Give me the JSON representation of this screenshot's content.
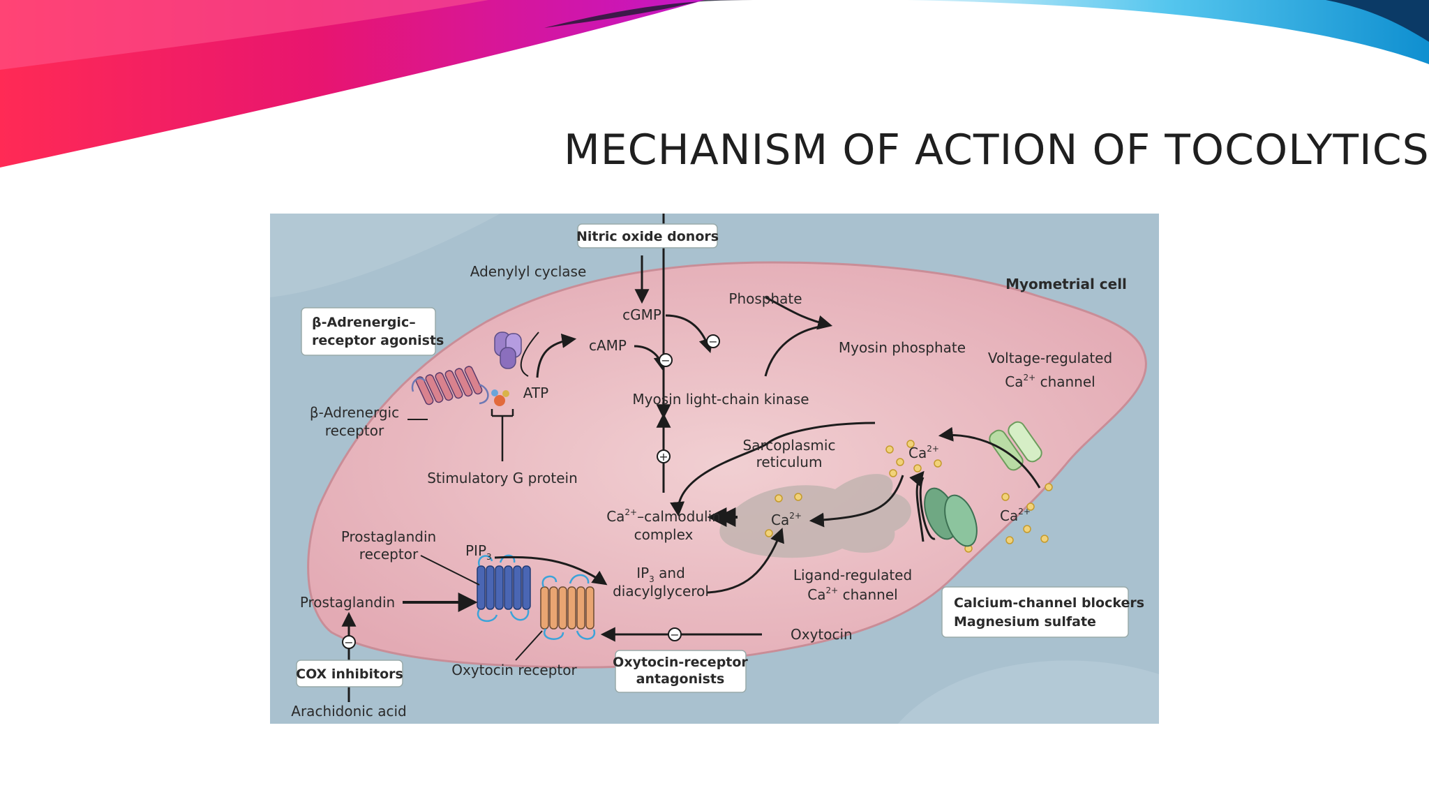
{
  "slide": {
    "title": "MECHANISM OF ACTION OF TOCOLYTICS",
    "colors": {
      "swoosh_left": "#e8156f",
      "swoosh_mid": "#c417c7",
      "swoosh_right": "#11a8e0",
      "swoosh_dark": "#0b3a66"
    }
  },
  "diagram": {
    "cell_label": "Myometrial cell",
    "boxes": {
      "nitric_oxide": "Nitric oxide donors",
      "beta_agonists_1": "β-Adrenergic–",
      "beta_agonists_2": "receptor agonists",
      "cox_inhibitors": "COX inhibitors",
      "oxytocin_antagonists_1": "Oxytocin-receptor",
      "oxytocin_antagonists_2": "antagonists",
      "ccb_1": "Calcium-channel blockers",
      "ccb_2": "Magnesium sulfate"
    },
    "labels": {
      "adenylyl_cyclase": "Adenylyl cyclase",
      "cgmp": "cGMP",
      "camp": "cAMP",
      "atp": "ATP",
      "phosphate": "Phosphate",
      "myosin_phosphate": "Myosin phosphate",
      "mlck": "Myosin light-chain kinase",
      "beta_receptor_1": "β-Adrenergic",
      "beta_receptor_2": "receptor",
      "g_protein": "Stimulatory G protein",
      "sr_1": "Sarcoplasmic",
      "sr_2": "reticulum",
      "vgcc_1": "Voltage-regulated",
      "vgcc_2_pre": "Ca",
      "vgcc_2_sup": "2+",
      "vgcc_2_post": " channel",
      "ca": "Ca",
      "ca_sup": "2+",
      "calmodulin_1_sup": "2+",
      "calmodulin_1_post": "–calmodulin",
      "calmodulin_2": "complex",
      "pg_receptor_1": "Prostaglandin",
      "pg_receptor_2": "receptor",
      "pip": "PIP",
      "pip_sub": "3",
      "ip3_pre": "IP",
      "ip3_sub": "3",
      "ip3_post": " and",
      "dag": "diacylglycerol",
      "lgcc_1": "Ligand-regulated",
      "lgcc_2_post": " channel",
      "prostaglandin": "Prostaglandin",
      "oxytocin": "Oxytocin",
      "oxytocin_receptor": "Oxytocin receptor",
      "arachidonic": "Arachidonic acid",
      "minus": "−",
      "plus": "+"
    }
  }
}
